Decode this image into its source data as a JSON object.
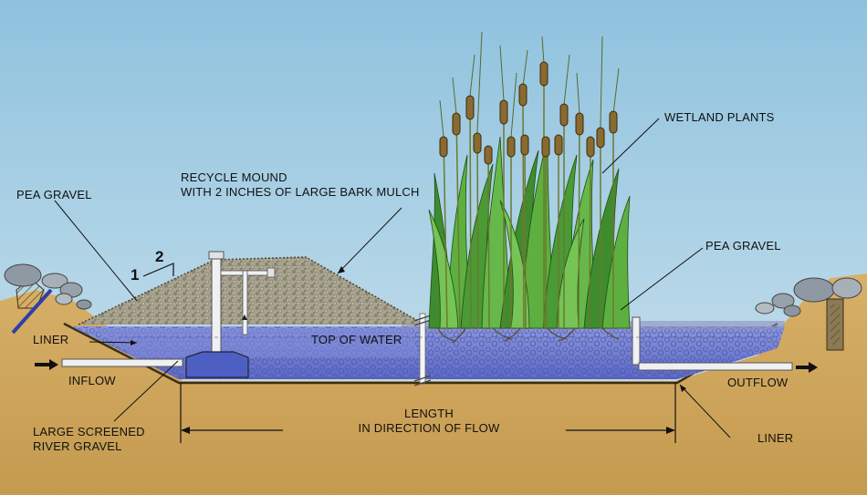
{
  "labels": {
    "pea_gravel_left": "PEA GRAVEL",
    "recycle_mound_line1": "RECYCLE MOUND",
    "recycle_mound_line2": "WITH 2 INCHES OF LARGE BARK MULCH",
    "wetland_plants": "WETLAND PLANTS",
    "pea_gravel_right": "PEA GRAVEL",
    "liner_left": "LINER",
    "top_of_water": "TOP OF WATER",
    "inflow": "INFLOW",
    "outflow": "OUTFLOW",
    "large_screened_line1": "LARGE SCREENED",
    "large_screened_line2": "RIVER GRAVEL",
    "length_line1": "LENGTH",
    "length_line2": "IN DIRECTION OF FLOW",
    "liner_right": "LINER"
  },
  "slope": {
    "rise": "1",
    "run": "2"
  },
  "colors": {
    "sky": "#a9d0e6",
    "soil": "#cfa55a",
    "water": "#6f7fd0",
    "gravel": "#a9a48f",
    "plants": "#4f9e3a",
    "cattail": "#8a6a2e"
  }
}
